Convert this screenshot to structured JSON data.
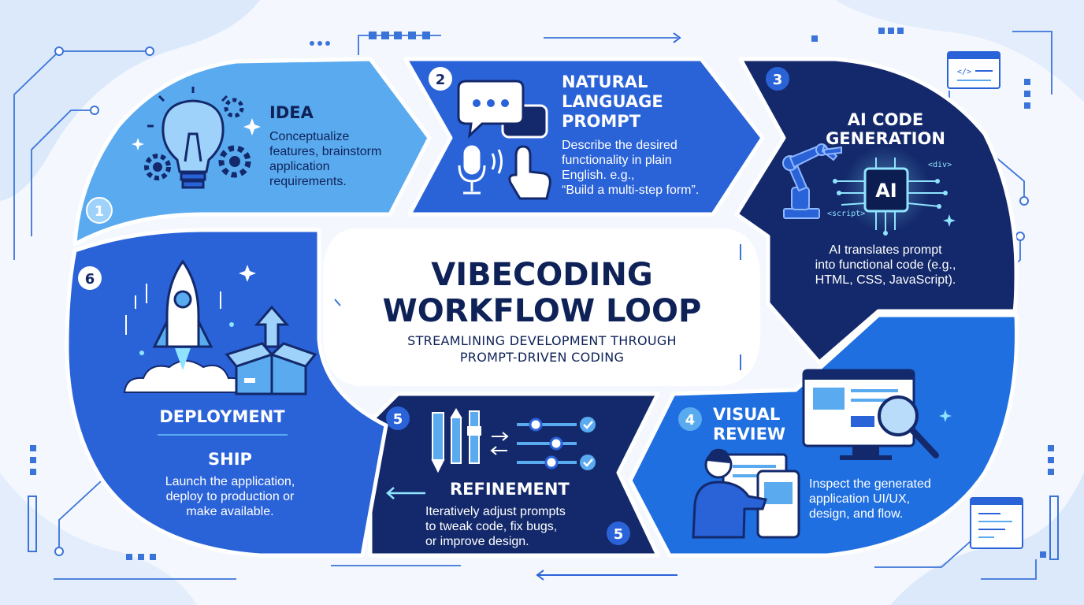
{
  "title": {
    "line1": "VIBECODING",
    "line2": "WORKFLOW LOOP"
  },
  "subtitle": {
    "line1": "STREAMLINING DEVELOPMENT THROUGH",
    "line2": "PROMPT-DRIVEN CODING"
  },
  "steps": {
    "idea": {
      "number": "1",
      "title": "IDEA",
      "desc": [
        "Conceptualize",
        "features, brainstorm",
        "application",
        "requirements."
      ],
      "icons": [
        "lightbulb-icon",
        "gear-icon",
        "sparkle-icon"
      ]
    },
    "prompt": {
      "number": "2",
      "title": [
        "NATURAL",
        "LANGUAGE",
        "PROMPT"
      ],
      "desc": [
        "Describe the desired",
        "functionality in plain",
        "English. e.g.,",
        "“Build a multi-step form”."
      ],
      "icons": [
        "chat-bubble-icon",
        "microphone-icon",
        "pointing-hand-icon"
      ]
    },
    "codegen": {
      "number": "3",
      "title": [
        "AI CODE",
        "GENERATION"
      ],
      "desc": [
        "AI translates prompt",
        "into functional code (e.g.,",
        "HTML, CSS, JavaScript)."
      ],
      "chip_label": "AI",
      "code_tag_1": "<div>",
      "code_tag_2": "<script>",
      "icons": [
        "robot-arm-icon",
        "ai-chip-icon"
      ]
    },
    "review": {
      "number": "4",
      "title": [
        "VISUAL",
        "REVIEW"
      ],
      "desc": [
        "Inspect the generated",
        "application UI/UX,",
        "design, and flow."
      ],
      "icons": [
        "monitor-icon",
        "magnifier-icon",
        "person-icon",
        "tablet-icon"
      ]
    },
    "refinement": {
      "number": "5",
      "number_secondary": "5",
      "title": "REFINEMENT",
      "desc": [
        "Iteratively adjust prompts",
        "to tweak code, fix bugs,",
        "or improve design."
      ],
      "icons": [
        "pencil-icon",
        "slider-icon",
        "checkmark-icon",
        "swap-arrows-icon"
      ]
    },
    "deployment": {
      "number": "6",
      "title": "DEPLOYMENT",
      "subtitle": "SHIP",
      "desc": [
        "Launch the application,",
        "deploy to production or",
        "make available."
      ],
      "icons": [
        "rocket-icon",
        "box-icon",
        "up-arrow-icon"
      ]
    }
  },
  "colors": {
    "light_blue": "#5aaaf0",
    "mid_blue": "#2a62d8",
    "navy": "#13296b",
    "bright_blue": "#1f6fe0",
    "title_navy": "#0e2258",
    "badge_blue": "#2563d6"
  }
}
